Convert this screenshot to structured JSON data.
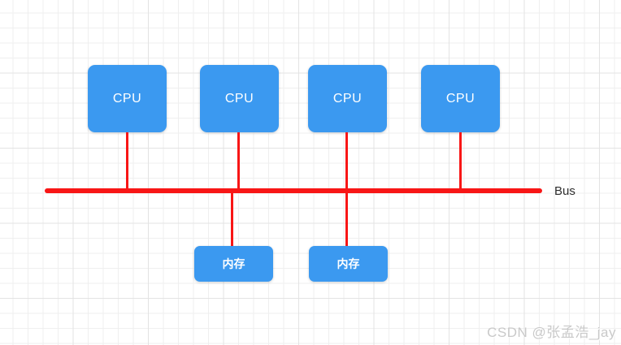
{
  "diagram": {
    "cpu_nodes": [
      {
        "label": "CPU"
      },
      {
        "label": "CPU"
      },
      {
        "label": "CPU"
      },
      {
        "label": "CPU"
      }
    ],
    "memory_nodes": [
      {
        "label": "内存"
      },
      {
        "label": "内存"
      }
    ],
    "bus": {
      "label": "Bus"
    },
    "colors": {
      "node_fill": "#3b99f0",
      "node_text": "#ffffff",
      "line": "#f81616",
      "bus_label": "#2e2e2e"
    }
  },
  "watermark": {
    "text": "CSDN @张孟浩_jay"
  }
}
